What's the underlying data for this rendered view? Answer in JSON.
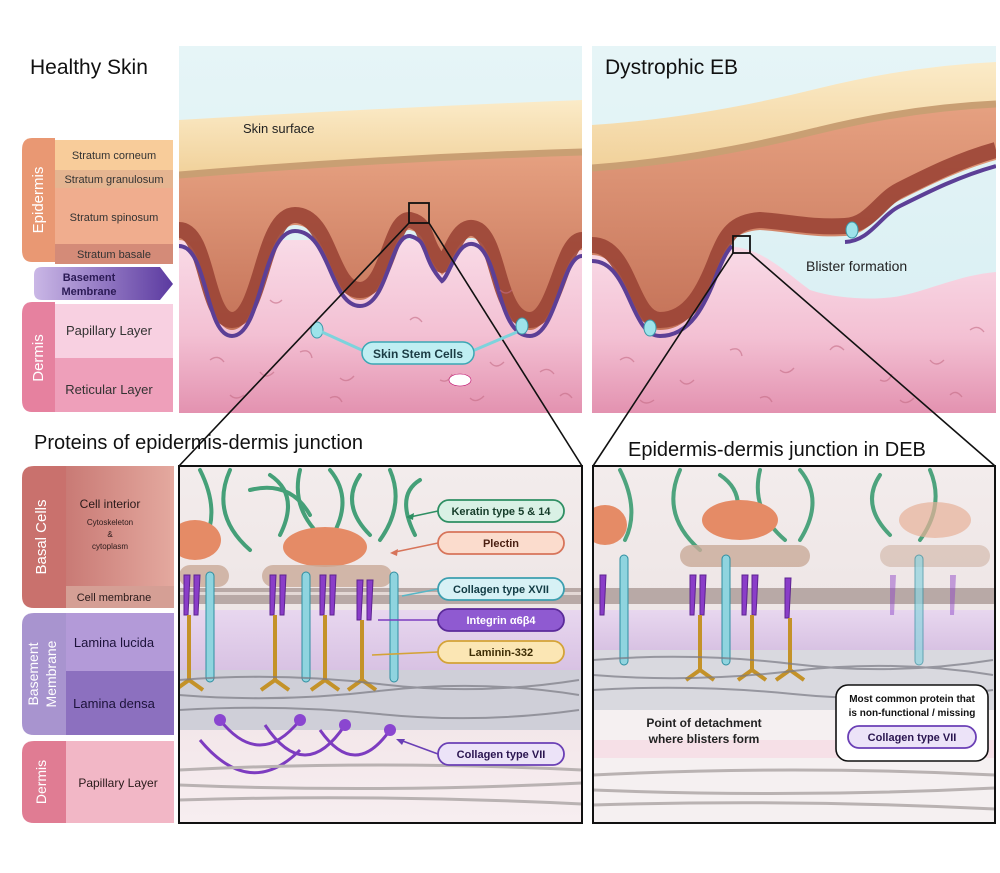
{
  "titles": {
    "healthy": "Healthy Skin",
    "deb": "Dystrophic EB",
    "proteins": "Proteins of epidermis-dermis junction",
    "junction_deb": "Epidermis-dermis junction in DEB"
  },
  "top_labels": {
    "skin_surface": "Skin surface",
    "blister": "Blister formation",
    "stem_cells": "Skin Stem Cells"
  },
  "layers_top": {
    "epidermis": "Epidermis",
    "corneum": "Stratum corneum",
    "granulosum": "Stratum granulosum",
    "spinosum": "Stratum spinosum",
    "basale": "Stratum basale",
    "bm_line1": "Basement",
    "bm_line2": "Membrane",
    "dermis": "Dermis",
    "papillary": "Papillary Layer",
    "reticular": "Reticular Layer"
  },
  "layers_bottom": {
    "basal_cells": "Basal Cells",
    "cell_interior": "Cell interior",
    "cytoskeleton": "Cytoskeleton",
    "amp": "&",
    "cytoplasm": "cytoplasm",
    "cell_membrane": "Cell membrane",
    "bm_line1": "Basement",
    "bm_line2": "Membrane",
    "lucida": "Lamina lucida",
    "densa": "Lamina densa",
    "dermis": "Dermis",
    "papillary": "Papillary Layer"
  },
  "proteins": {
    "keratin": "Keratin type 5 & 14",
    "plectin": "Plectin",
    "col17": "Collagen type XVII",
    "integrin": "Integrin α6β4",
    "laminin": "Laminin-332",
    "col7": "Collagen type VII"
  },
  "deb_notes": {
    "detach1": "Point of detachment",
    "detach2": "where blisters form",
    "common1": "Most common protein that",
    "common2": "is non-functional / missing",
    "col7": "Collagen type VII"
  },
  "colors": {
    "corneum": "#f7dca8",
    "epidermis": "#c98267",
    "basale": "#a84e3e",
    "membrane": "#6a4fa3",
    "papillary": "#f6d3e2",
    "reticular": "#e9a2bb",
    "sky": "#dff2f5",
    "stem": "#9ee3ea",
    "keratin": "#2e8f63",
    "plectin": "#d7745a",
    "col17": "#56b6c6",
    "integrin": "#7d3cc0",
    "laminin": "#d4a337",
    "col7": "#6a3fb5"
  }
}
